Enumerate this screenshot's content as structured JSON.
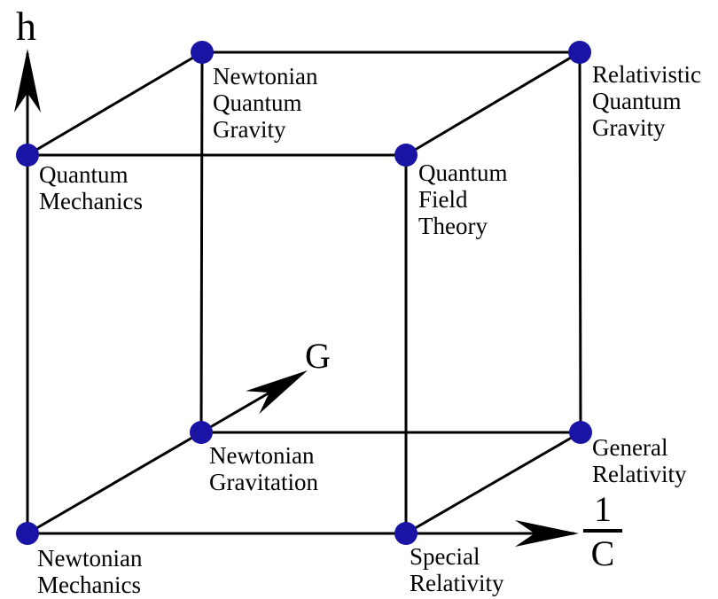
{
  "diagram": {
    "description": "Cube of physical theories with axes h, G and 1/C",
    "colors": {
      "background": "#ffffff",
      "line": "#000000",
      "node": "#1a14a4",
      "text": "#000000"
    },
    "axes": {
      "h_label": "h",
      "g_label": "G",
      "c_numerator": "1",
      "c_denominator": "C"
    },
    "nodes": [
      {
        "id": "newtonian-mechanics",
        "label": "Newtonian\nMechanics"
      },
      {
        "id": "special-relativity",
        "label": "Special\nRelativity"
      },
      {
        "id": "quantum-mechanics",
        "label": "Quantum\nMechanics"
      },
      {
        "id": "quantum-field-theory",
        "label": "Quantum\nField\nTheory"
      },
      {
        "id": "newtonian-gravitation",
        "label": "Newtonian\nGravitation"
      },
      {
        "id": "general-relativity",
        "label": "General\nRelativity"
      },
      {
        "id": "newtonian-quantum-gravity",
        "label": "Newtonian\nQuantum\nGravity"
      },
      {
        "id": "relativistic-quantum-gravity",
        "label": "Relativistic\nQuantum\nGravity"
      }
    ]
  }
}
